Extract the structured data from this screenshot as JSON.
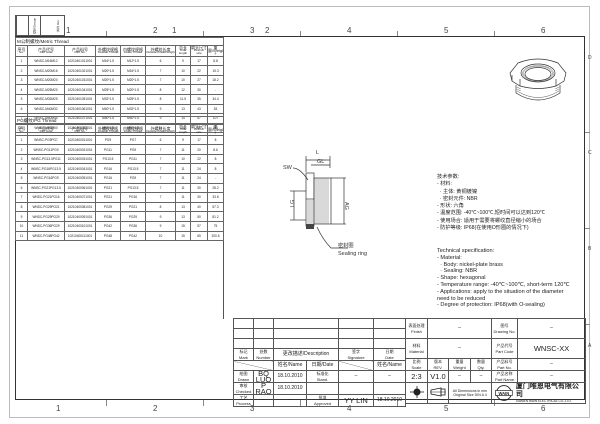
{
  "drawing": {
    "zones_top": [
      "1",
      "2",
      "3",
      "4",
      "5",
      "6"
    ],
    "zones_bottom": [
      "1",
      "2",
      "3",
      "4",
      "5",
      "6"
    ],
    "zones_side": [
      "D",
      "C",
      "B",
      "A"
    ],
    "corner_box": [
      "",
      "线号/Design",
      "",
      "状态 Rev"
    ]
  },
  "metric_table": {
    "title": "M公制螺纹/Metric Thread",
    "headers": [
      {
        "cn": "序号",
        "en": "No."
      },
      {
        "cn": "产品代号",
        "en": "Part code"
      },
      {
        "cn": "产品料号",
        "en": "Part No."
      },
      {
        "cn": "外螺纹规格",
        "en": "Outside Thread"
      },
      {
        "cn": "内螺纹规格",
        "en": "Inside Thread"
      },
      {
        "cn": "外螺纹长度",
        "en": "Outside thread length"
      },
      {
        "cn": "总长",
        "en": "Total length"
      },
      {
        "cn": "扁头尺寸",
        "en": "Wrench size"
      },
      {
        "cn": "重量/Weight",
        "en": "g"
      }
    ],
    "rows": [
      [
        "1",
        "WNSC-M16M12",
        "10210401011001",
        "M16*1.5",
        "M12*1.5",
        "6",
        "9",
        "17",
        "8.8"
      ],
      [
        "2",
        "WNSC-M20M16",
        "10210401021001",
        "M20*1.5",
        "M16*1.5",
        "7",
        "10",
        "22",
        "15.3"
      ],
      [
        "3",
        "WNSC-M20M20",
        "10210401031001",
        "M20*1.5",
        "M20*1.5",
        "7",
        "10",
        "27",
        "18.2"
      ],
      [
        "4",
        "WNSC-M25M20",
        "10210401041001",
        "M25*1.5",
        "M20*1.5",
        "8",
        "12",
        "30",
        "-"
      ],
      [
        "5",
        "WNSC-M32M25",
        "10210401051001",
        "M32*1.5",
        "M25*1.5",
        "8",
        "11.5",
        "35",
        "34.4"
      ],
      [
        "6",
        "WNSC-M40M32",
        "10210401061001",
        "M40*1.5",
        "M32*1.5",
        "9",
        "13",
        "43",
        "53"
      ],
      [
        "7",
        "WNSC-M50M40",
        "10210401071001",
        "M50*1.5",
        "M40*1.5",
        "9",
        "14",
        "57",
        "107"
      ],
      [
        "8",
        "WNSC-M63M50",
        "10210401081001",
        "M63*1.5",
        "M50*1.5",
        "11",
        "14",
        "65",
        "141"
      ]
    ]
  },
  "pg_table": {
    "title": "PG螺纹/PG Thread",
    "rows": [
      [
        "1",
        "WNSC-PG9PG7",
        "10210400011001",
        "PG9",
        "PG7",
        "6",
        "9",
        "17",
        "8"
      ],
      [
        "2",
        "WNSC-PG11PG9",
        "10210400021001",
        "PG11",
        "PG9",
        "7",
        "11",
        "20",
        "8.6"
      ],
      [
        "3",
        "WNSC-PG13.5PG11",
        "10210400031001",
        "PG13.5",
        "PG11",
        "7",
        "10",
        "22",
        "8"
      ],
      [
        "4",
        "WNSC-PG16PG13.5",
        "10210400041001",
        "PG16",
        "PG13.5",
        "7",
        "11",
        "24",
        "8"
      ],
      [
        "5",
        "WNSC-PG16PG9",
        "10210400051001",
        "PG16",
        "PG9",
        "7",
        "11",
        "24",
        "-"
      ],
      [
        "6",
        "WNSC-PG21PG13.5",
        "10210400061001",
        "PG21",
        "PG13.5",
        "7",
        "11",
        "30",
        "28.2"
      ],
      [
        "7",
        "WNSC-PG21PG16",
        "10210400071001",
        "PG21",
        "PG16",
        "7",
        "11",
        "30",
        "33.8"
      ],
      [
        "8",
        "WNSC-PG29PG21",
        "10210400081001",
        "PG29",
        "PG21",
        "8",
        "13",
        "40",
        "57.3"
      ],
      [
        "9",
        "WNSC-PG29PG29",
        "10210400091001",
        "PG36",
        "PG29",
        "9",
        "13",
        "50",
        "81.2"
      ],
      [
        "10",
        "WNSC-PG36PG29",
        "10210400101001",
        "PG42",
        "PG36",
        "9",
        "15",
        "57",
        "75"
      ],
      [
        "11",
        "WNSC-PG48PG42",
        "10210400111001",
        "PG48",
        "PG42",
        "10",
        "15",
        "65",
        "200.5"
      ]
    ]
  },
  "section_view": {
    "labels": {
      "sw": "SW",
      "l": "L",
      "gl": "GL",
      "lg": "LG",
      "ag": "AG"
    },
    "sealing_cn": "密封圈",
    "sealing_en": "Sealing ring"
  },
  "spec_cn": {
    "title": "技术参数:",
    "lines": [
      "- 材料:",
      "  · 主体: 黄铜镀镍",
      "  · 密封元件: NBR",
      "- 形状: 六角",
      "- 温度范围: -40℃~100℃,短时间可以达到120℃",
      "- 使用场合: 适用于需要将螺纹直径缩小的场合",
      "- 防护等级: IP68(在使用O形圈的情况下)"
    ]
  },
  "spec_en": {
    "title": "Technical specification:",
    "lines": [
      "- Material:",
      "  · Body: nickel-plate brass",
      "  · Sealing: NBR",
      "- Shape: hexagonal",
      "- Temperature range: -40℃~100℃, short-term 120℃",
      "- Applications: apply to the situation of the diameter",
      "need to be reduced",
      "- Degree of protection: IP68(with O-sealing)"
    ]
  },
  "title_block": {
    "mark_cn": "标记",
    "mark": "Mark",
    "number_cn": "处数",
    "number": "Number",
    "description": "更改描述/Description",
    "signature_cn": "签字",
    "signature": "Signature",
    "date_cn": "日期",
    "date": "Date",
    "name_date_name": "姓名/Name",
    "name_date_date": "日期/Date",
    "drawn_cn": "绘图",
    "drawn": "Drawn",
    "drawn_name": "BQ  LUO",
    "drawn_date": "18.10.2010",
    "checked_cn": "审核",
    "checked": "Checked",
    "checked_name": "P  RAO",
    "checked_date": "18.10.2010",
    "process_cn": "工艺",
    "process": "Process",
    "process_name": "–",
    "process_date": "–",
    "stand_cn": "标准化",
    "stand": "Stand.",
    "stand_name": "–",
    "stand_date": "–",
    "approved_cn": "批准",
    "approved": "Approved",
    "approved_name": "YY  LIN",
    "approved_date": "18.10.2010",
    "finish_cn": "表面处理",
    "finish": "Finish",
    "finish_value": "–",
    "material_cn": "材料",
    "material": "Material",
    "material_value": "–",
    "scale_cn": "比例",
    "scale": "Scale",
    "scale_value": "2:3",
    "rev_cn": "版本",
    "rev": "REV.",
    "rev_value": "V1.0",
    "weight_cn": "重量",
    "weight": "Weight",
    "weight_value": "–",
    "qty_cn": "数量",
    "qty": "Qty.",
    "qty_value": "–",
    "dims_note_1": "All Dimensions in mm",
    "dims_note_2": "Original Size DIN A 4",
    "drawing_no_cn": "图号",
    "drawing_no": "Drawing No.",
    "drawing_no_value": "–",
    "part_code_cn": "产品代号",
    "part_code": "Part Code",
    "part_code_value": "WNSC-XX",
    "part_no_cn": "产品料号",
    "part_no": "Part No.",
    "part_no_value": "–",
    "part_name_cn": "产品名称",
    "part_name": "Part Name",
    "part_name_value": "–",
    "logo": "WAIN",
    "company_cn": "厦门唯恩电气有限公司",
    "company_en": "XIAMEN WAIN ELECTRICAL CO.,LTD."
  }
}
